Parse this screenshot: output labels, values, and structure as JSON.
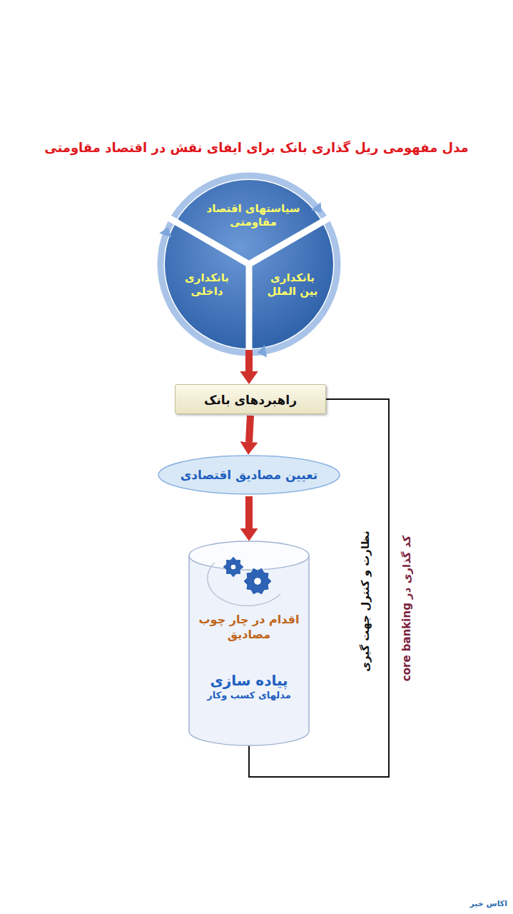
{
  "diagram": {
    "title": "مدل مفهومی ریل گذاری بانک  برای ایفای نقش در اقتصاد مقاومتی",
    "nodes": [
      {
        "text": [
          "سیاستهای اقتصاد مقاومتی"
        ]
      },
      {
        "text": [
          "بانکداری بین الملل"
        ]
      },
      {
        "text": [
          "بانکداری داخلی"
        ]
      },
      {
        "text": [
          "راهبردهای بانک"
        ]
      },
      {
        "text": [
          "تعیین مصادیق اقتصادی"
        ]
      },
      {
        "text": [
          "اقدام در چار چوب مصادیق",
          "پیاده سازی",
          "مدلهای کسب وکار"
        ]
      }
    ],
    "edges": [
      {
        "from": 1,
        "to": 3,
        "arrow": "to"
      },
      {
        "from": 2,
        "to": 3,
        "arrow": "to"
      },
      {
        "from": 3,
        "to": 4,
        "arrow": "to"
      },
      {
        "from": 4,
        "to": 5,
        "arrow": "to"
      },
      {
        "from": 5,
        "to": 3,
        "label": "نظارت و کنترل جهت گیری",
        "arrow": "none"
      }
    ],
    "labels": [
      "کد گذاری در core banking",
      "اکاس خبر"
    ]
  }
}
